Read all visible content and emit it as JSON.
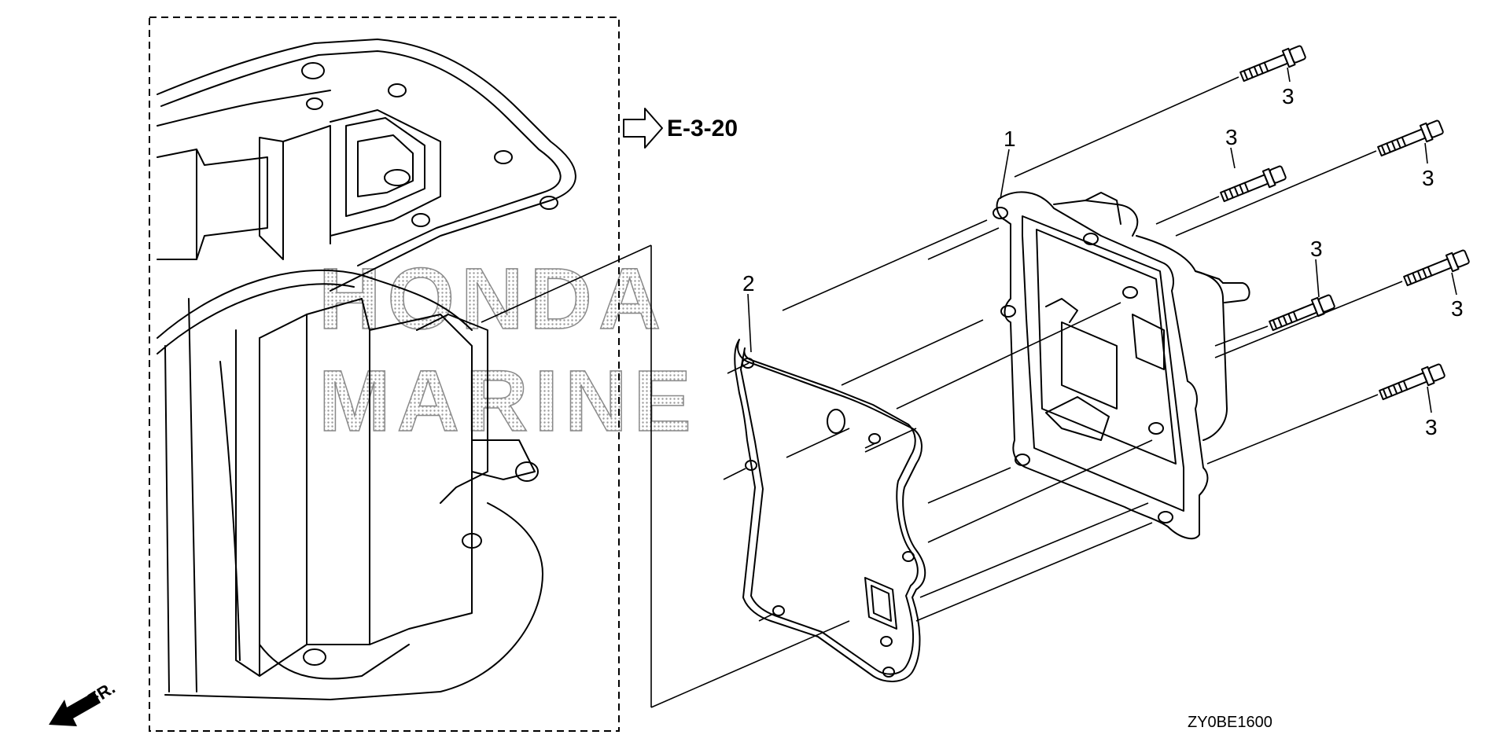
{
  "watermark": {
    "line1": "HONDA",
    "line2": "MARINE"
  },
  "reference": {
    "label": "E-3-20"
  },
  "direction": {
    "label": "FR."
  },
  "diagram_code": "ZY0BE1600",
  "callouts": {
    "part1": "1",
    "part2": "2",
    "bolts": [
      "3",
      "3",
      "3",
      "3",
      "3",
      "3"
    ]
  }
}
